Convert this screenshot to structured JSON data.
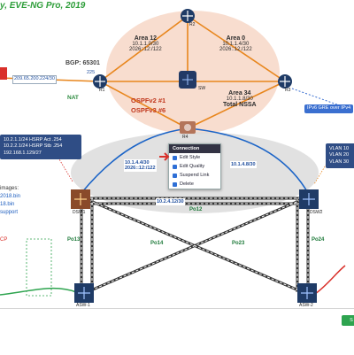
{
  "title": "y, EVE-NG Pro, 2019",
  "areas": [
    {
      "name": "Area 12",
      "net4": "10.1.1.0/30",
      "net6": "2026::12:/122"
    },
    {
      "name": "Area 0",
      "net4": "10.1.1.4/30",
      "net6": "2026::12:/122"
    },
    {
      "name": "Area 34",
      "net4": "10.1.1.8/30",
      "net6": "Total NSSA"
    }
  ],
  "ospf": {
    "v2": "OSPFv2 #1",
    "v3": "OSPFv3 #6"
  },
  "bgp": "BGP: 65301",
  "nat": "NAT",
  "gre": "IPv6 GRE over IPv4",
  "links": {
    "wan": "209.65.200.224/30",
    "left_core": "10.1.4.4/30",
    "left_core_v6": "2026::12:/122",
    "right_core": "10.1.4.8/30",
    "middle": "10.2.4.12/30",
    "ip_a": "225"
  },
  "left_box": {
    "lines": [
      "10.2.1.1/24 HSRP Act .254",
      "10.2.2.1/24 HSRP Stb .254",
      "192.168.1.129/27"
    ]
  },
  "right_box": {
    "lines": [
      "VLAN 10",
      "VLAN 20",
      "VLAN 30"
    ]
  },
  "images": {
    "title": "images:",
    "line1": "2018.bin",
    "line2": "18.bin",
    "line3": "support"
  },
  "side_text": "CP",
  "routers": {
    "r1": "R1",
    "r2": "R2",
    "r3": "R3",
    "r4": "R4",
    "sw": "SW"
  },
  "switches": {
    "dsw1": "DSW1",
    "dsw2": "DSW2",
    "asw1": "ASW-1",
    "asw2": "ASW-2"
  },
  "port_channels": [
    "Po13",
    "Po14",
    "Po12",
    "Po23",
    "Po24"
  ],
  "context_menu": {
    "header": "Connection",
    "items": [
      "Edit Style",
      "Edit Quality",
      "Suspend Link",
      "Delete"
    ]
  },
  "colors": {
    "title": "#2e9e3a",
    "ospf_text": "#c0361c",
    "cloud": "#f6d2bf",
    "ellipse": "#d9d9d9",
    "left_box": "#2f4d85",
    "right_box": "#2f4d85",
    "gre": "#3a6fd0",
    "ok": "#2ea44f"
  },
  "bottom_button": "S"
}
